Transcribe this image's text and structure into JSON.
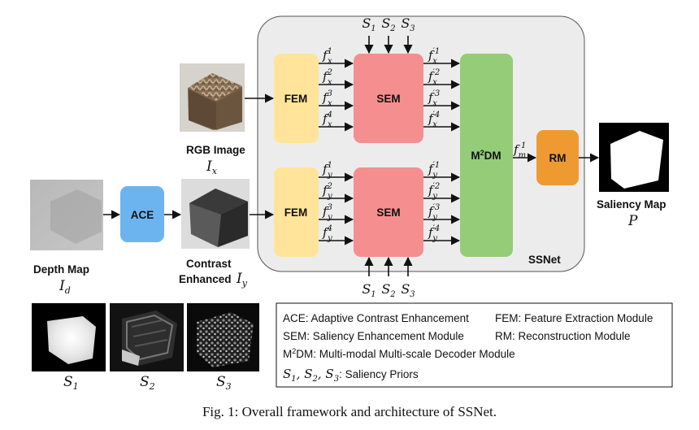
{
  "blocks": {
    "ace": "ACE",
    "fem": "FEM",
    "sem": "SEM",
    "m2dm_main": "M",
    "m2dm_sup": "2",
    "m2dm_tail": "DM",
    "rm": "RM",
    "ssnet": "SSNet"
  },
  "images": {
    "rgb_title": "RGB Image",
    "rgb_var": "I",
    "rgb_sub": "x",
    "depth_title": "Depth Map",
    "depth_var": "I",
    "depth_sub": "d",
    "contrast_line1": "Contrast",
    "contrast_line2": "Enhanced",
    "contrast_var": "I",
    "contrast_sub": "y",
    "saliency_title": "Saliency Map",
    "saliency_var": "P"
  },
  "priors": {
    "s": "S",
    "subs": [
      "1",
      "2",
      "3"
    ]
  },
  "features": {
    "fx": "f",
    "fy": "f",
    "fm": "f",
    "x_sub": "x",
    "y_sub": "y",
    "m_sub": "m",
    "levels": [
      "1",
      "2",
      "3",
      "4"
    ],
    "prime": "′"
  },
  "legend": {
    "line1_left": "ACE: Adaptive Contrast Enhancement",
    "line1_right": "FEM: Feature Extraction Module",
    "line2_left": "SEM: Saliency Enhancement Module",
    "line2_right": "RM: Reconstruction Module",
    "line3_main": "M",
    "line3_sup": "2",
    "line3_tail": "DM: Multi-modal Multi-scale Decoder Module",
    "line4_math": "S",
    "line4_tail": ": Saliency Priors"
  },
  "caption": "Fig. 1: Overall framework and architecture of SSNet.",
  "colors": {
    "ace": "#6cb4f0",
    "fem": "#ffe49a",
    "sem": "#f58f8f",
    "m2dm": "#94cc78",
    "rm": "#ef9a30",
    "ssnet_bg": "#ececec"
  }
}
